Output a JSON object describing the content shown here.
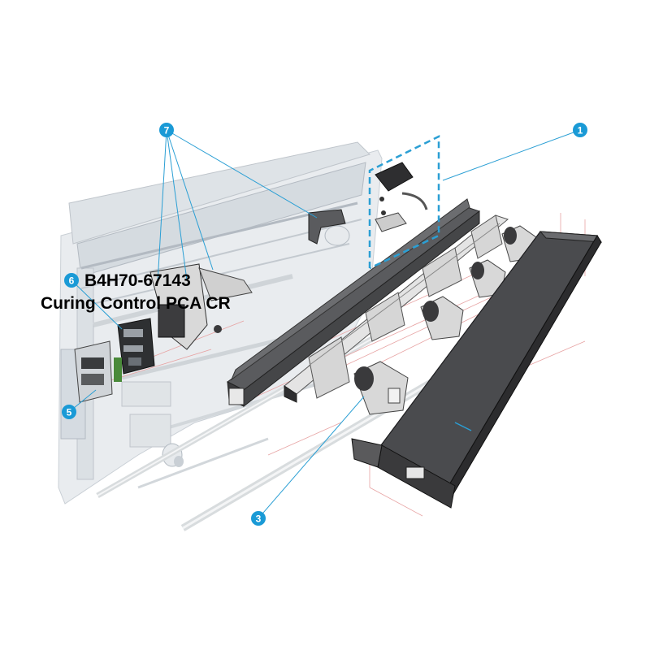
{
  "callouts": [
    {
      "id": "1",
      "label": "1"
    },
    {
      "id": "3",
      "label": "3"
    },
    {
      "id": "5",
      "label": "5"
    },
    {
      "id": "6",
      "label": "6"
    },
    {
      "id": "7",
      "label": "7"
    }
  ],
  "part_label": {
    "number": "B4H70-67143",
    "description": "Curing Control PCA CR"
  },
  "colors": {
    "callout": "#1a9ad6",
    "leader": "#2b9fd4",
    "printer": "#cfd5dc",
    "part_dark": "#3a3a3c",
    "part_light": "#dcdcdc",
    "dim_line": "#e7a3a3"
  }
}
